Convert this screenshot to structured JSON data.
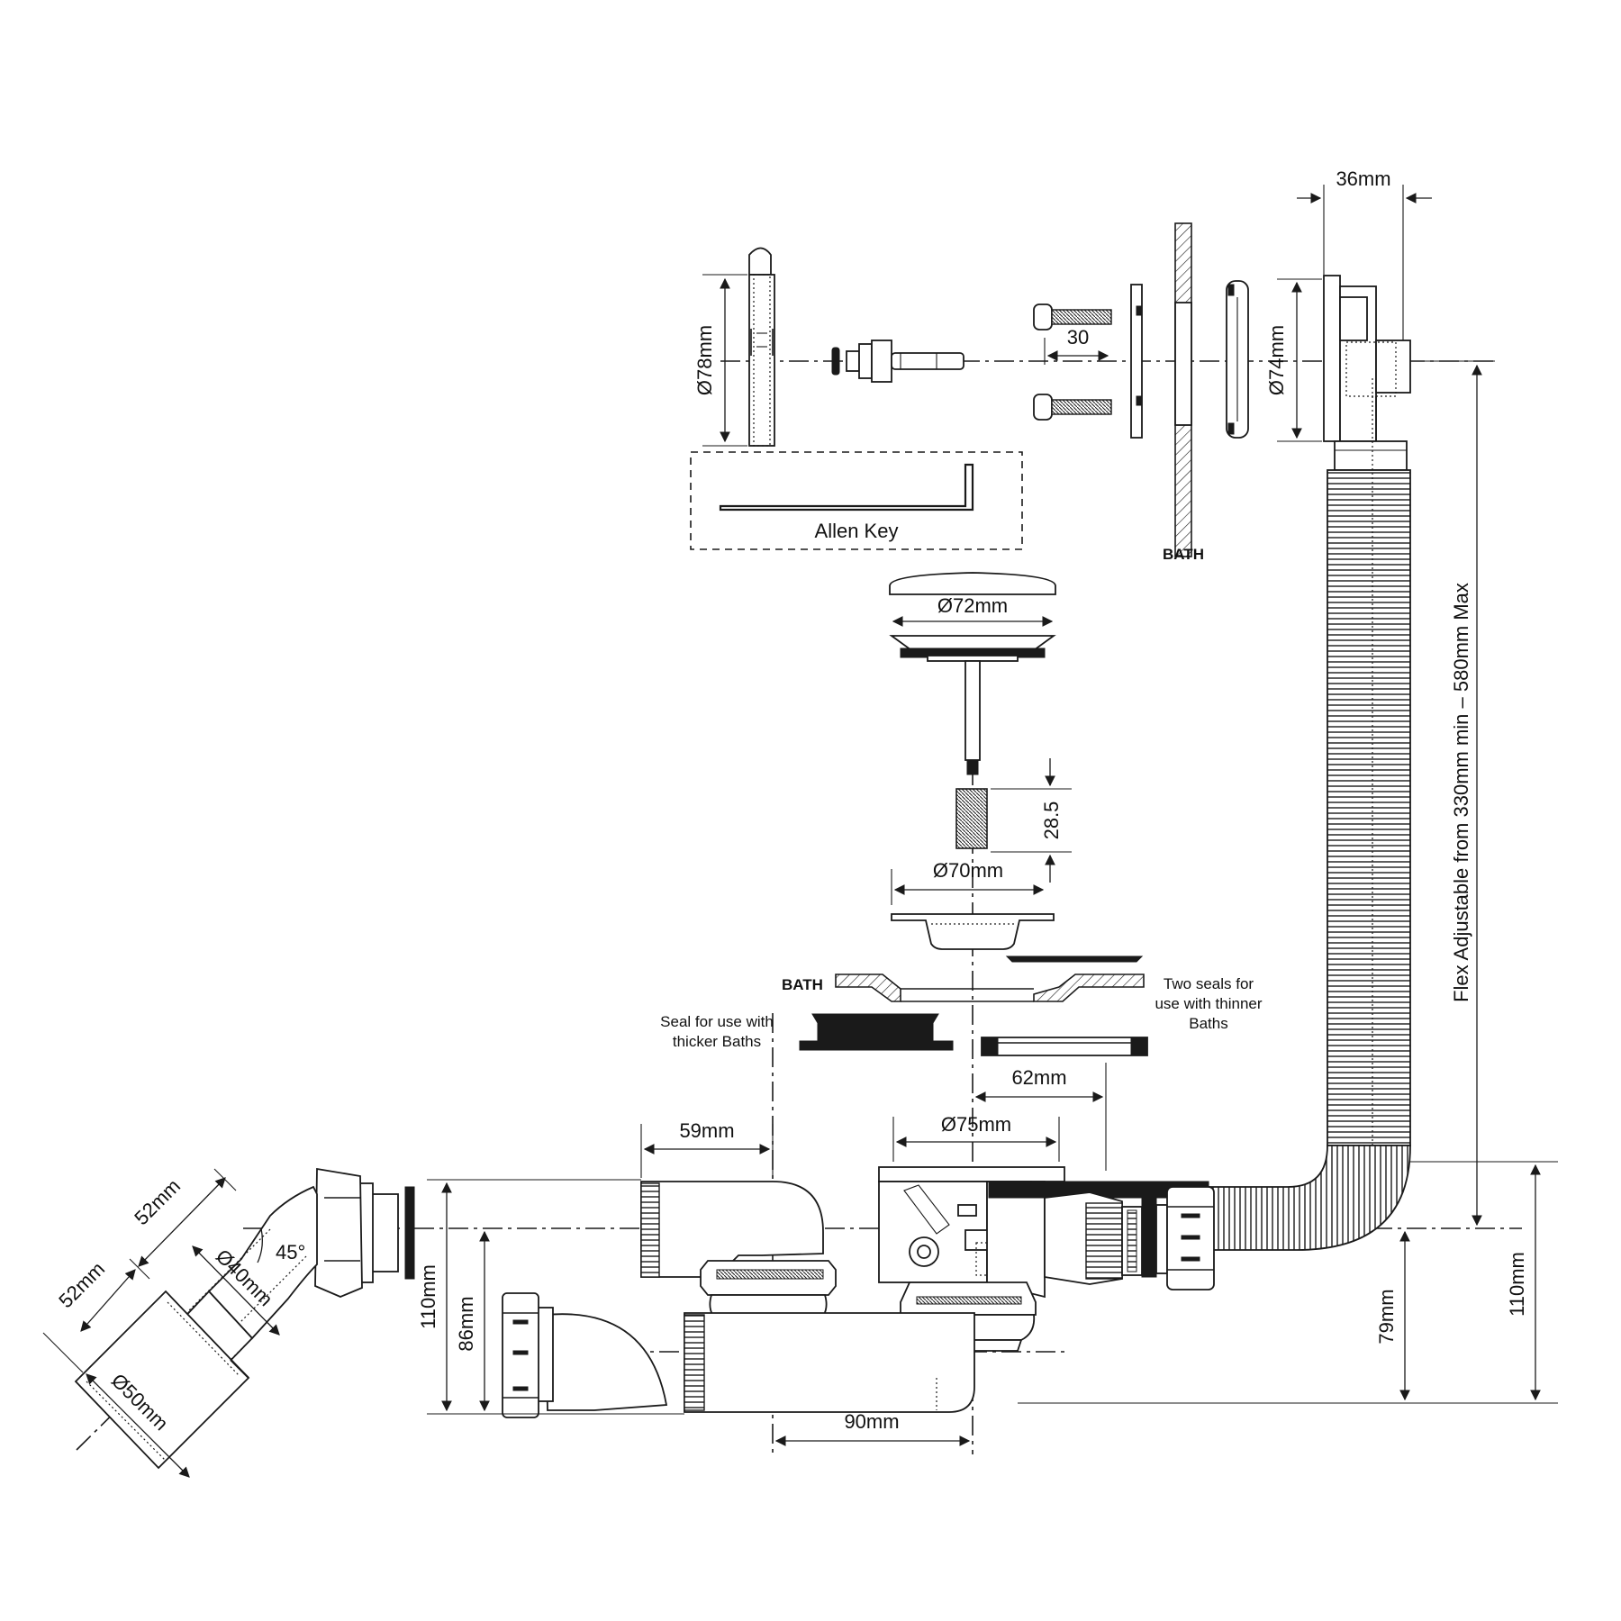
{
  "labels": {
    "allen_key": "Allen Key",
    "bath_top": "BATH",
    "bath_mid": "BATH",
    "two_seals_1": "Two seals for",
    "two_seals_2": "use with thinner",
    "two_seals_3": "Baths",
    "seal_thick_1": "Seal for use with",
    "seal_thick_2": "thicker Baths",
    "flex": "Flex Adjustable from 330mm min – 580mm Max"
  },
  "dimensions": {
    "d36": "36mm",
    "d30": "30",
    "d78": "Ø78mm",
    "d74": "Ø74mm",
    "d72": "Ø72mm",
    "d285": "28.5",
    "d70": "Ø70mm",
    "d62": "62mm",
    "d75": "Ø75mm",
    "d59": "59mm",
    "d90": "90mm",
    "d110_left": "110mm",
    "d86": "86mm",
    "d110_right": "110mm",
    "d79": "79mm",
    "d52_upper": "52mm",
    "d52_lower": "52mm",
    "d40": "Ø40mm",
    "d50": "Ø50mm",
    "a45": "45°"
  }
}
